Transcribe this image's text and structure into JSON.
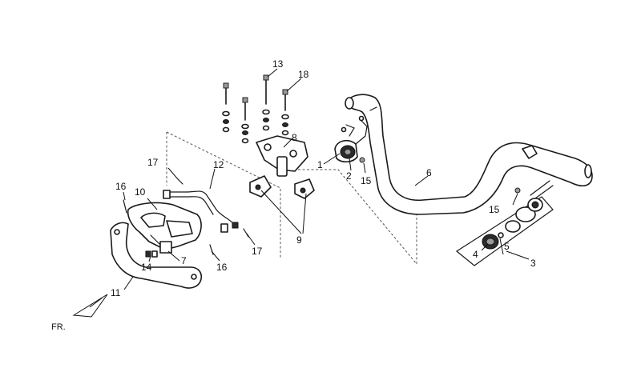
{
  "callouts": [
    {
      "id": "p1",
      "label": "1"
    },
    {
      "id": "p2",
      "label": "2"
    },
    {
      "id": "p3",
      "label": "3"
    },
    {
      "id": "p4",
      "label": "4"
    },
    {
      "id": "p5",
      "label": "5"
    },
    {
      "id": "p6",
      "label": "6"
    },
    {
      "id": "p7",
      "label": "7"
    },
    {
      "id": "p8",
      "label": "8"
    },
    {
      "id": "p9",
      "label": "9"
    },
    {
      "id": "p10",
      "label": "10"
    },
    {
      "id": "p11",
      "label": "11"
    },
    {
      "id": "p12",
      "label": "12"
    },
    {
      "id": "p13",
      "label": "13"
    },
    {
      "id": "p14",
      "label": "14"
    },
    {
      "id": "p15a",
      "label": "15"
    },
    {
      "id": "p15b",
      "label": "15"
    },
    {
      "id": "p16a",
      "label": "16"
    },
    {
      "id": "p16b",
      "label": "16"
    },
    {
      "id": "p17a",
      "label": "17"
    },
    {
      "id": "p17b",
      "label": "17"
    },
    {
      "id": "p18",
      "label": "18"
    }
  ],
  "direction": {
    "label": "FR."
  }
}
